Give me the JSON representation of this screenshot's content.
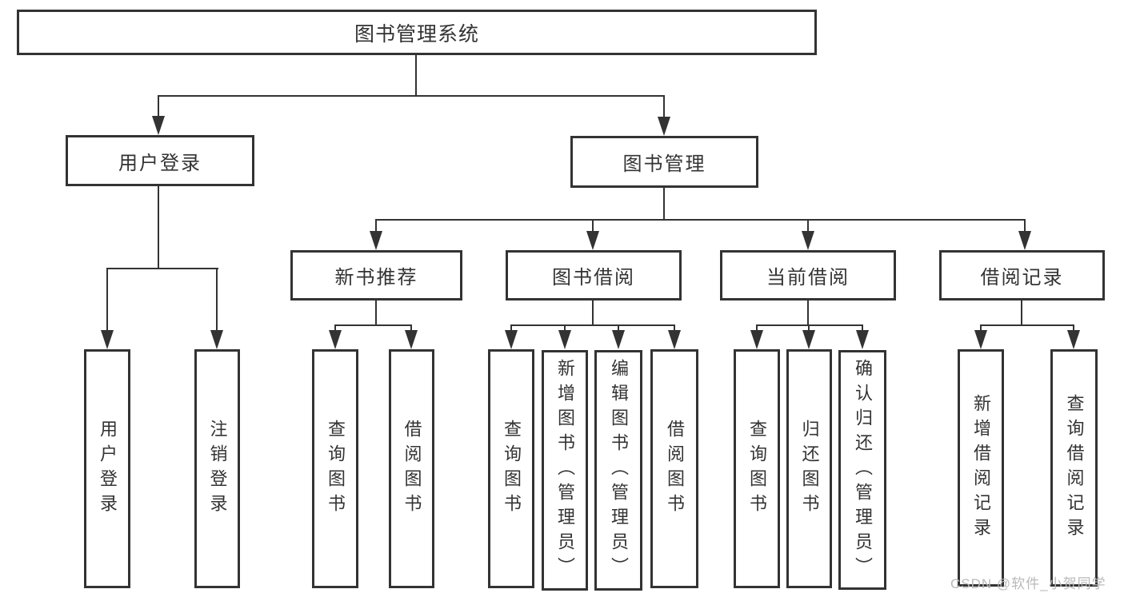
{
  "diagram": {
    "type": "hierarchy-tree",
    "nodes": {
      "root": "图书管理系统",
      "l1": [
        "用户登录",
        "图书管理"
      ],
      "l2": [
        "新书推荐",
        "图书借阅",
        "当前借阅",
        "借阅记录"
      ],
      "g1": [
        "用户登录",
        "注销登录"
      ],
      "g2": [
        "查询图书",
        "借阅图书"
      ],
      "g3": [
        "查询图书",
        "新增图书（管理员）",
        "编辑图书（管理员）",
        "借阅图书"
      ],
      "g4": [
        "查询图书",
        "归还图书",
        "确认归还（管理员）"
      ],
      "g5": [
        "新增借阅记录",
        "查询借阅记录"
      ]
    },
    "edges": [
      {
        "from": "图书管理系统",
        "to": [
          "用户登录",
          "图书管理"
        ]
      },
      {
        "from": "用户登录",
        "to": [
          "用户登录",
          "注销登录"
        ]
      },
      {
        "from": "图书管理",
        "to": [
          "新书推荐",
          "图书借阅",
          "当前借阅",
          "借阅记录"
        ]
      },
      {
        "from": "新书推荐",
        "to": [
          "查询图书",
          "借阅图书"
        ]
      },
      {
        "from": "图书借阅",
        "to": [
          "查询图书",
          "新增图书（管理员）",
          "编辑图书（管理员）",
          "借阅图书"
        ]
      },
      {
        "from": "当前借阅",
        "to": [
          "查询图书",
          "归还图书",
          "确认归还（管理员）"
        ]
      },
      {
        "from": "借阅记录",
        "to": [
          "新增借阅记录",
          "查询借阅记录"
        ]
      }
    ],
    "colors": {
      "line": "#333333",
      "box_border": "#333333",
      "text": "#333333",
      "background": "#ffffff",
      "watermark": "#b9b9b9"
    }
  },
  "watermark": "CSDN @软件_小贺同学"
}
